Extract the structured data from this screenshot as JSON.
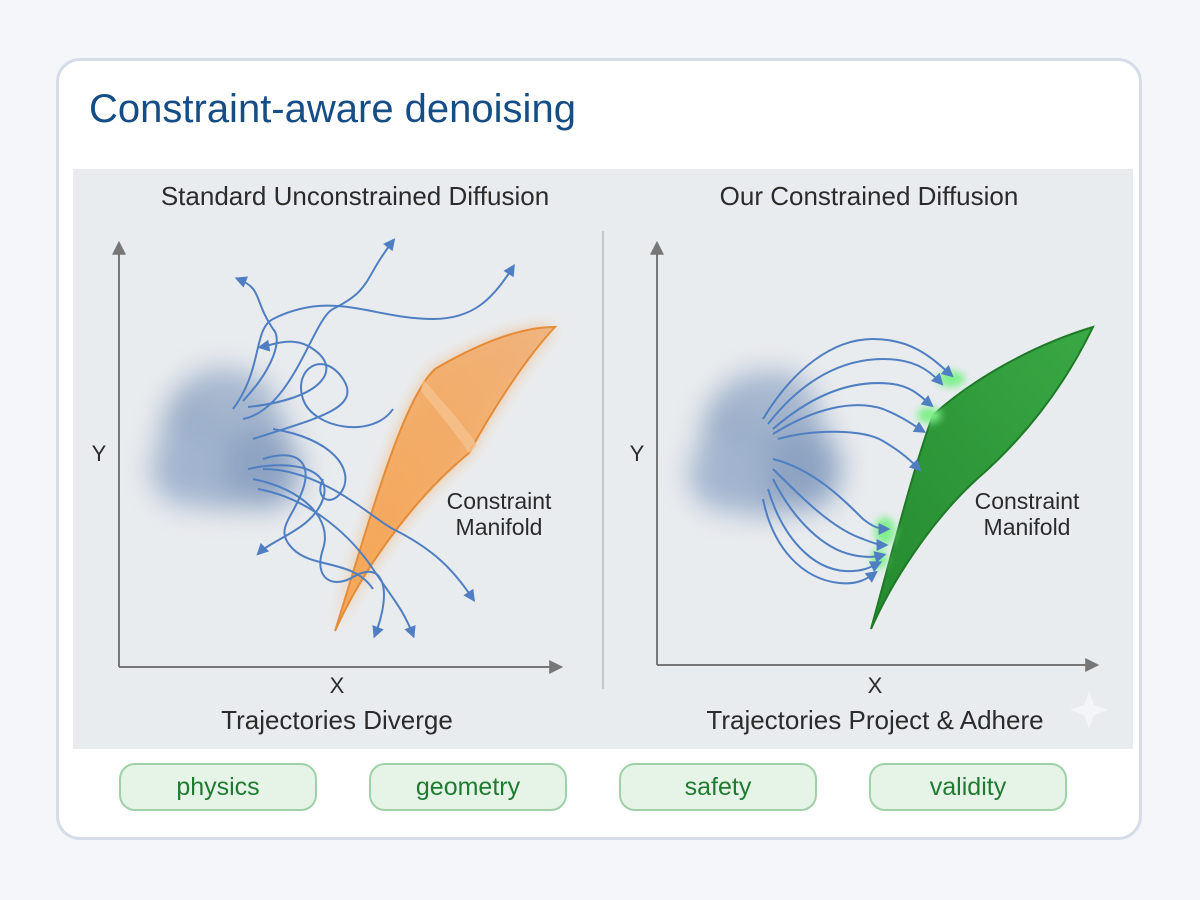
{
  "card": {
    "title": "Constraint-aware denoising"
  },
  "figure": {
    "left_panel": {
      "title": "Standard Unconstrained Diffusion",
      "y_label": "Y",
      "x_label": "X",
      "manifold_label_line1": "Constraint",
      "manifold_label_line2": "Manifold",
      "caption": "Trajectories Diverge",
      "manifold_color": "#f39a3c",
      "trajectory_color": "#4f7fc2"
    },
    "right_panel": {
      "title": "Our Constrained Diffusion",
      "y_label": "Y",
      "x_label": "X",
      "manifold_label_line1": "Constraint",
      "manifold_label_line2": "Manifold",
      "caption": "Trajectories Project & Adhere",
      "manifold_color": "#2e9a3a",
      "trajectory_color": "#4f7fc2"
    }
  },
  "tags": [
    {
      "label": "physics"
    },
    {
      "label": "geometry"
    },
    {
      "label": "safety"
    },
    {
      "label": "validity"
    }
  ]
}
